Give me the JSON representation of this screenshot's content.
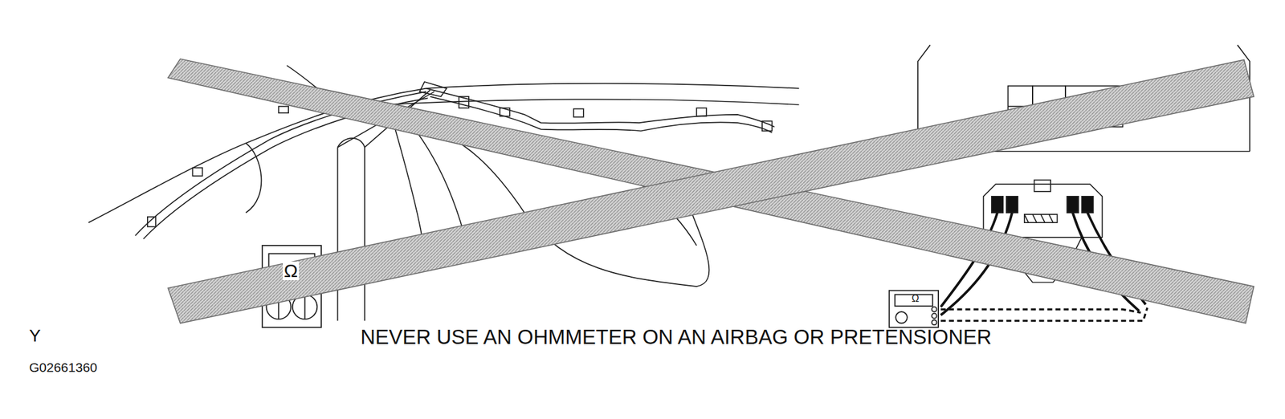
{
  "diagram": {
    "labels": [
      "Ω",
      "Ω",
      "Y",
      "NEVER USE AN OHMMETER ON AN AIRBAG OR PRETENSIONER",
      "G02661360"
    ]
  }
}
